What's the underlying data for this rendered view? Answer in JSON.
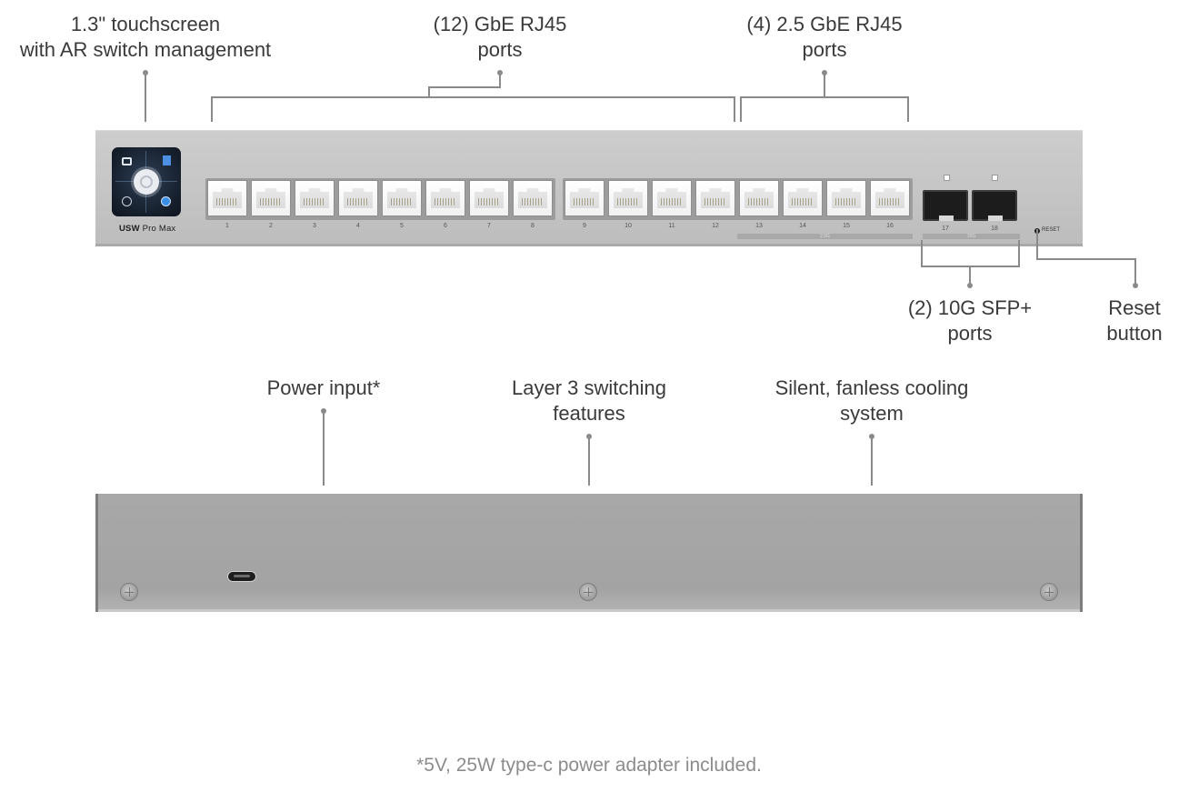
{
  "callouts": {
    "touchscreen": [
      "1.3\" touchscreen",
      "with AR switch management"
    ],
    "gbe": [
      "(12) GbE RJ45",
      "ports"
    ],
    "gbe25": [
      "(4) 2.5 GbE RJ45",
      "ports"
    ],
    "sfp": [
      "(2) 10G SFP+",
      "ports"
    ],
    "reset": [
      "Reset",
      "button"
    ],
    "power": [
      "Power input*"
    ],
    "layer3": [
      "Layer 3 switching",
      "features"
    ],
    "fanless": [
      "Silent, fanless cooling",
      "system"
    ]
  },
  "front_panel": {
    "model_bold": "USW",
    "model_rest": "Pro Max",
    "ports": [
      "1",
      "2",
      "3",
      "4",
      "5",
      "6",
      "7",
      "8",
      "9",
      "10",
      "11",
      "12",
      "13",
      "14",
      "15",
      "16"
    ],
    "speed_25": "2.5G",
    "speed_10": "10G",
    "sfp_ports": [
      "17",
      "18"
    ],
    "reset_label": "RESET"
  },
  "icons": {
    "screen": [
      "home-icon",
      "network-icon",
      "help-icon",
      "settings-icon"
    ],
    "rear": [
      "usb-c-icon",
      "screw-icon"
    ]
  },
  "footnote": "*5V, 25W type-c power adapter included."
}
